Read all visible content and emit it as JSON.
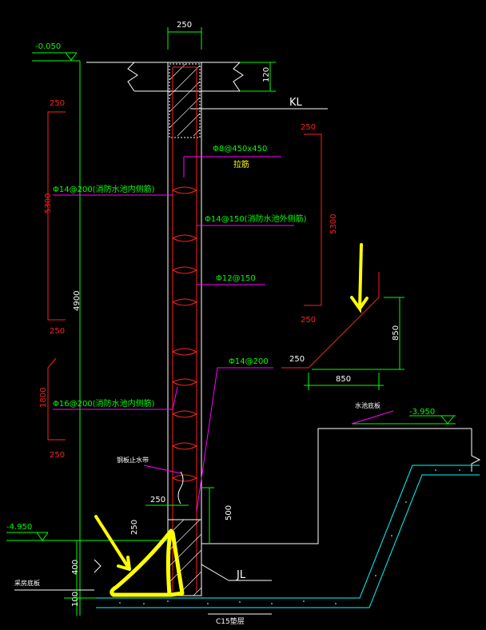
{
  "dims": {
    "top_width": "250",
    "slab_thick": "120",
    "left_upper_cover": "250",
    "left_height": "5300",
    "left_lower_cover": "250",
    "wall_height": "4900",
    "bottom_height": "1800",
    "bottom_cover": "250",
    "right_top_cover": "250",
    "right_height": "5300",
    "right_bottom_cover": "250",
    "detail_height": "850",
    "detail_width": "850",
    "detail_len": "250",
    "base_250a": "250",
    "base_250b": "250",
    "base_500": "500",
    "base_400": "400",
    "base_100": "100"
  },
  "levels": {
    "top": "-0.050",
    "right": "-3.950",
    "bottom": "-4.950"
  },
  "labels": {
    "kl": "KL",
    "jl": "JL",
    "tie_bar": "Φ8@450x450",
    "tie_note": "拉筋",
    "rebar_inner_upper": "Φ14@200(消防水池内侧筋)",
    "rebar_outer": "Φ14@150(消防水池外侧筋)",
    "rebar_mid": "Φ12@150",
    "rebar_lower": "Φ14@200",
    "rebar_inner_lower": "Φ16@200(消防水池内侧筋)",
    "waterstop": "钢板止水带",
    "pool_bottom": "水池底板",
    "floor_slab": "采房底板",
    "c15": "C15垫层"
  },
  "colors": {
    "dim": "#00ff00",
    "rebar": "#ff2020",
    "leader": "#ff00ff",
    "outline": "#ffffff",
    "annotation": "#ffff00",
    "soil": "#00ffff"
  }
}
